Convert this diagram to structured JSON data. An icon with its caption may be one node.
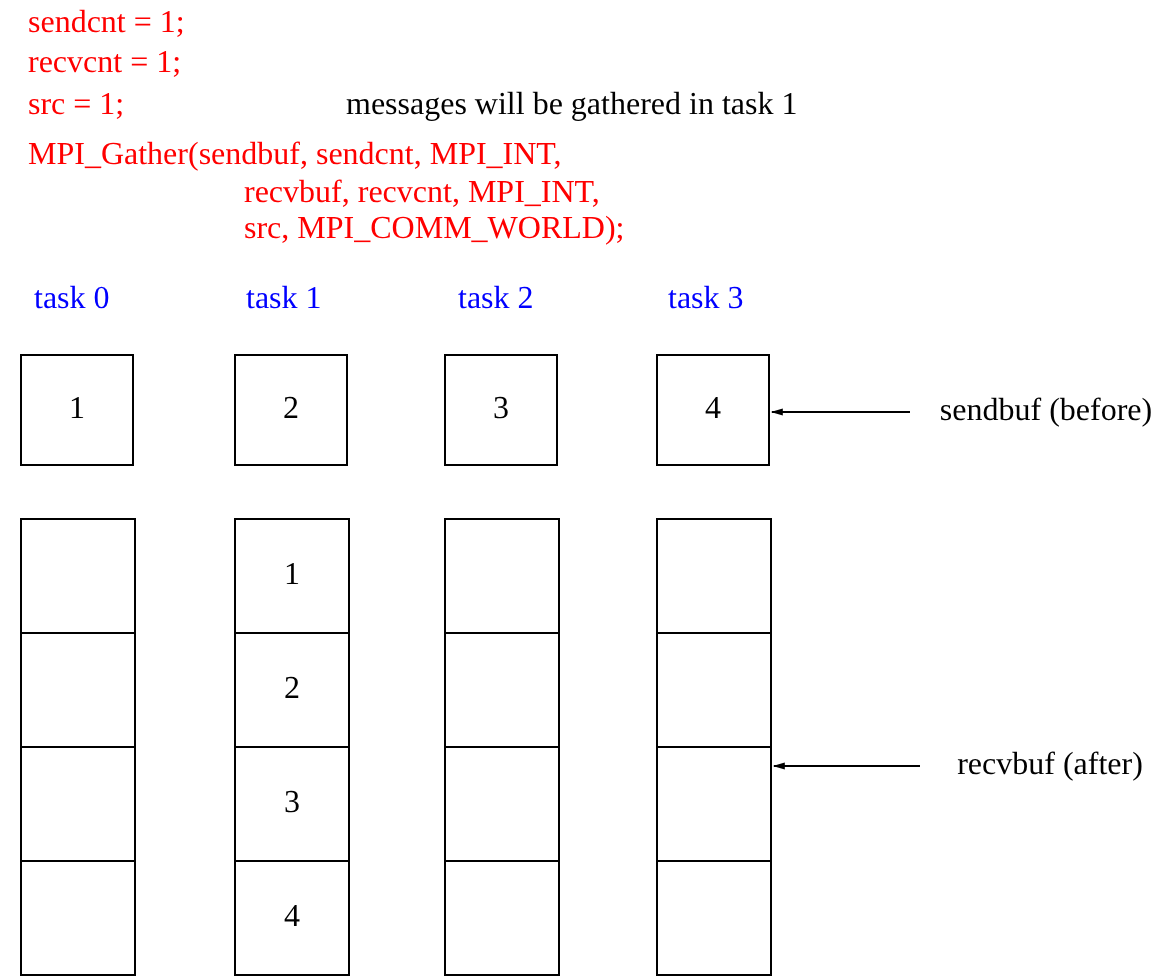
{
  "diagram": {
    "nodes": [
      {
        "text": [
          "1"
        ]
      },
      {
        "text": [
          "2"
        ]
      },
      {
        "text": [
          "3"
        ]
      },
      {
        "text": [
          "4"
        ]
      },
      {
        "text": [
          "sendbuf (before)"
        ]
      },
      {
        "text": [],
        "shape": "box"
      },
      {
        "text": [
          "1"
        ]
      },
      {
        "text": [],
        "shape": "box"
      },
      {
        "text": [],
        "shape": "box"
      },
      {
        "text": [],
        "shape": "box"
      },
      {
        "text": [
          "2"
        ]
      },
      {
        "text": [],
        "shape": "box"
      },
      {
        "text": [],
        "shape": "box"
      },
      {
        "text": [],
        "shape": "box"
      },
      {
        "text": [
          "3"
        ]
      },
      {
        "text": [],
        "shape": "box"
      },
      {
        "text": [],
        "shape": "box"
      },
      {
        "text": [],
        "shape": "box"
      },
      {
        "text": [
          "4"
        ]
      },
      {
        "text": [],
        "shape": "box"
      },
      {
        "text": [],
        "shape": "box"
      },
      {
        "text": [
          "recvbuf (after)"
        ]
      }
    ],
    "edges": [
      {
        "from": 4,
        "to": 3,
        "arrow": "to"
      },
      {
        "from": 21,
        "to": 16,
        "arrow": "to"
      }
    ],
    "labels": [
      "sendcnt = 1;",
      "recvcnt = 1;",
      "src = 1;",
      "messages will be gathered in task 1",
      "MPI_Gather(sendbuf, sendcnt, MPI_INT,",
      "recvbuf, recvcnt, MPI_INT,",
      "src, MPI_COMM_WORLD);",
      "task 0",
      "task 1",
      "task 2",
      "task 3"
    ]
  }
}
